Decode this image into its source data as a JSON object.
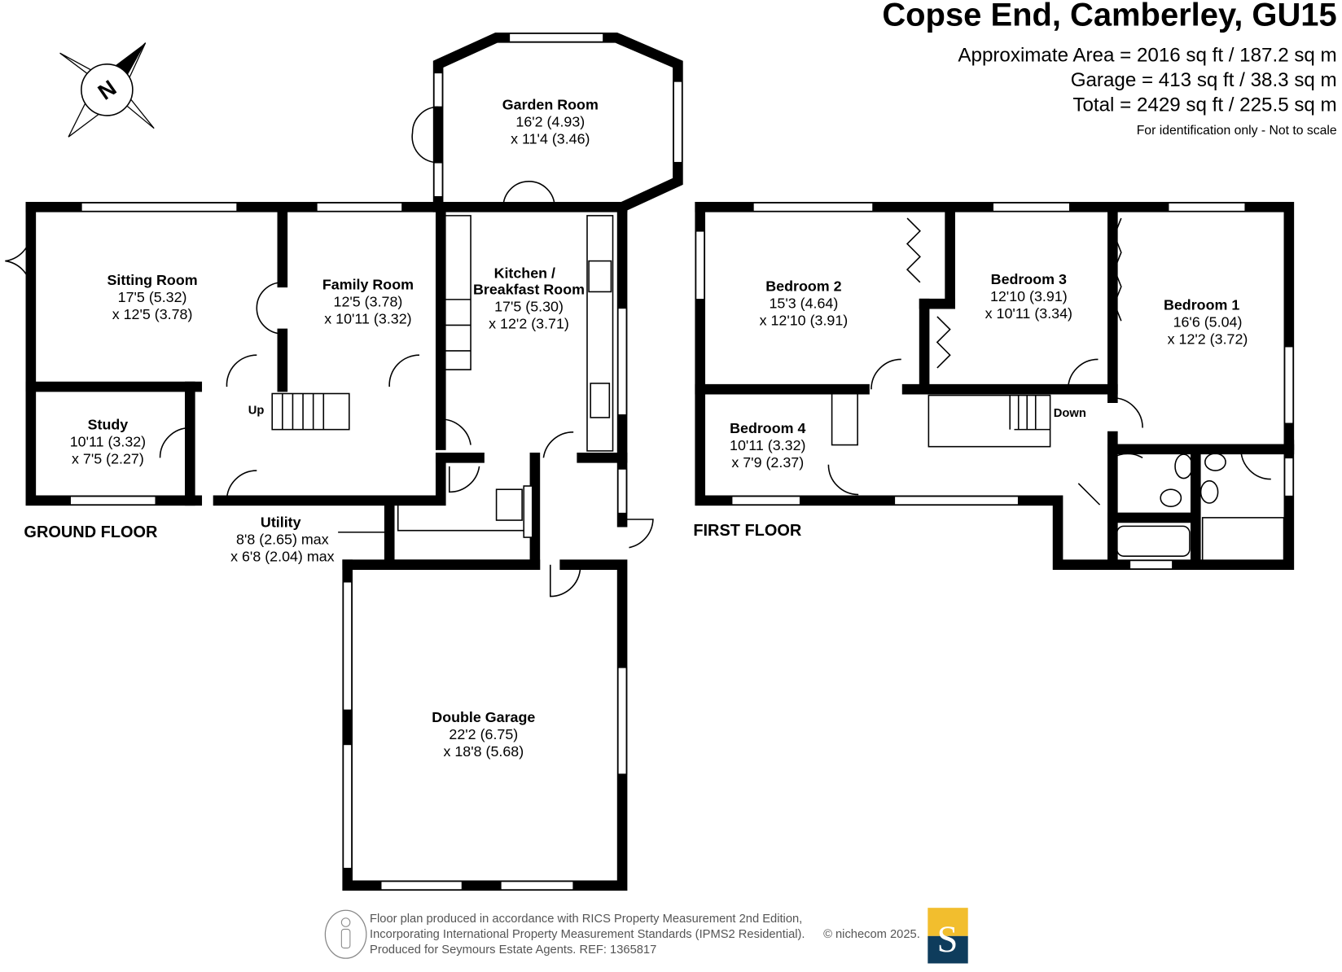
{
  "header": {
    "title": "Copse End, Camberley, GU15",
    "areas": [
      "Approximate Area = 2016 sq ft / 187.2 sq m",
      "Garage = 413 sq ft / 38.3 sq m",
      "Total = 2429 sq ft / 225.5 sq m"
    ],
    "note": "For identification only - Not to scale"
  },
  "ground_floor": {
    "label": "GROUND FLOOR",
    "stairs_label": "Up",
    "rooms": [
      {
        "name": "Garden Room",
        "dim1": "16'2 (4.93)",
        "dim2": "x 11'4 (3.46)"
      },
      {
        "name": "Sitting Room",
        "dim1": "17'5 (5.32)",
        "dim2": "x 12'5 (3.78)"
      },
      {
        "name": "Family Room",
        "dim1": "12'5 (3.78)",
        "dim2": "x 10'11 (3.32)"
      },
      {
        "name": "Kitchen /",
        "name2": "Breakfast Room",
        "dim1": "17'5 (5.30)",
        "dim2": "x 12'2 (3.71)"
      },
      {
        "name": "Study",
        "dim1": "10'11 (3.32)",
        "dim2": "x 7'5 (2.27)"
      },
      {
        "name": "Utility",
        "dim1": "8'8 (2.65) max",
        "dim2": "x 6'8 (2.04) max"
      },
      {
        "name": "Double Garage",
        "dim1": "22'2 (6.75)",
        "dim2": "x 18'8 (5.68)"
      }
    ]
  },
  "first_floor": {
    "label": "FIRST FLOOR",
    "stairs_label": "Down",
    "rooms": [
      {
        "name": "Bedroom 2",
        "dim1": "15'3 (4.64)",
        "dim2": "x 12'10 (3.91)"
      },
      {
        "name": "Bedroom 3",
        "dim1": "12'10 (3.91)",
        "dim2": "x 10'11 (3.34)"
      },
      {
        "name": "Bedroom 1",
        "dim1": "16'6 (5.04)",
        "dim2": "x 12'2 (3.72)"
      },
      {
        "name": "Bedroom 4",
        "dim1": "10'11 (3.32)",
        "dim2": "x 7'9 (2.37)"
      }
    ]
  },
  "compass": {
    "label": "N"
  },
  "footer": {
    "lines": [
      "Floor plan produced in accordance with RICS Property Measurement 2nd Edition,",
      "Incorporating International Property Measurement Standards (IPMS2 Residential).",
      "Produced for Seymours Estate Agents.   REF: 1365817"
    ],
    "copyright": "© nichecom 2025.",
    "logo_letter": "S",
    "logo_colors": {
      "top": "#F2BE2E",
      "bottom": "#0E3C5C"
    }
  }
}
